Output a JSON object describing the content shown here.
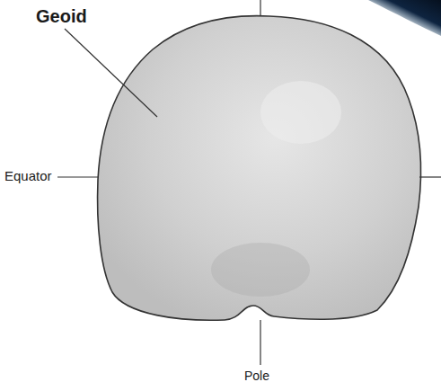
{
  "diagram": {
    "labels": [
      "Geoid",
      "Equator",
      "Pole"
    ]
  }
}
